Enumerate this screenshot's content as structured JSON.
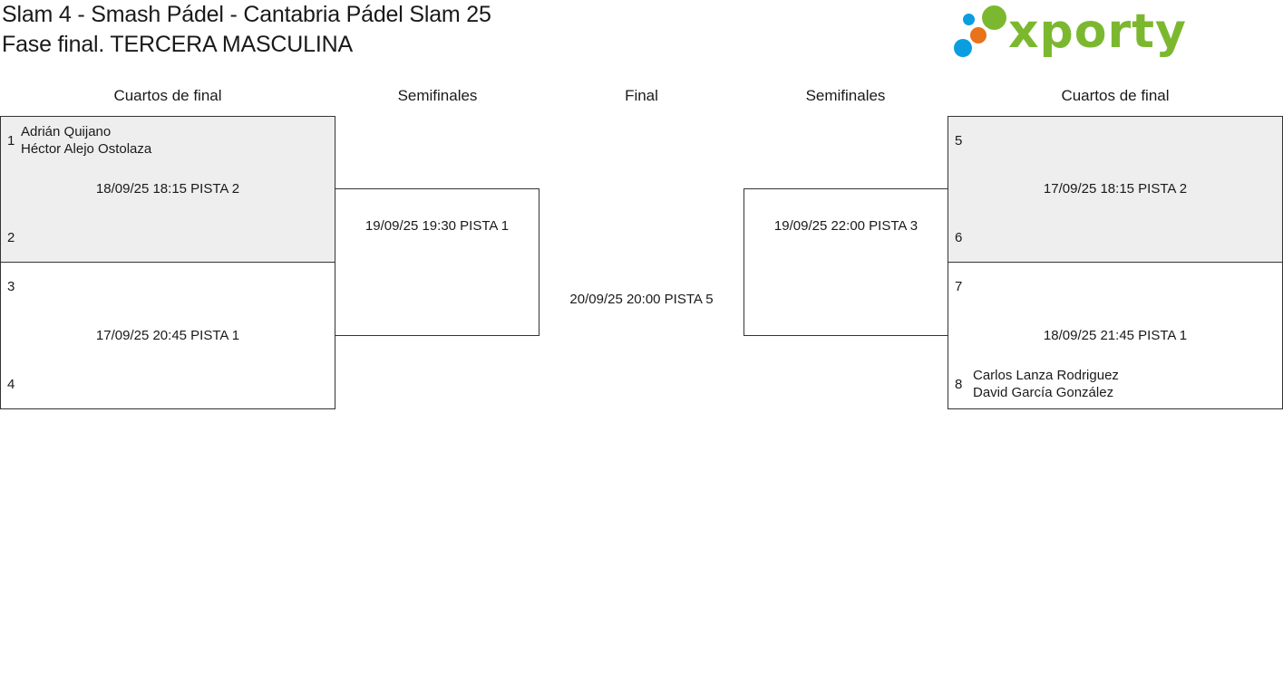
{
  "header": {
    "title_line1": "Slam 4 - Smash Pádel - Cantabria Pádel Slam 25",
    "title_line2": "Fase final. TERCERA MASCULINA",
    "logo_text": "xporty",
    "logo_colors": {
      "text": "#7cb82f",
      "blue": "#0a9ee0",
      "orange": "#e8731a",
      "green": "#7cb82f"
    }
  },
  "columns": {
    "left_quarters": "Cuartos de final",
    "left_semis": "Semifinales",
    "final": "Final",
    "right_semis": "Semifinales",
    "right_quarters": "Cuartos de final"
  },
  "left_quarters": [
    {
      "top_seed": "1",
      "top_players": [
        "Adrián Quijano",
        "Héctor Alejo Ostolaza"
      ],
      "info": "18/09/25 18:15 PISTA 2",
      "bottom_seed": "2",
      "bottom_players": []
    },
    {
      "top_seed": "3",
      "top_players": [],
      "info": "17/09/25 20:45 PISTA 1",
      "bottom_seed": "4",
      "bottom_players": []
    }
  ],
  "left_semi": {
    "info": "19/09/25 19:30 PISTA 1"
  },
  "final": {
    "info": "20/09/25 20:00 PISTA 5"
  },
  "right_semi": {
    "info": "19/09/25 22:00 PISTA 3"
  },
  "right_quarters": [
    {
      "top_seed": "5",
      "top_players": [],
      "info": "17/09/25 18:15 PISTA 2",
      "bottom_seed": "6",
      "bottom_players": []
    },
    {
      "top_seed": "7",
      "top_players": [],
      "info": "18/09/25 21:45 PISTA 1",
      "bottom_seed": "8",
      "bottom_players": [
        "Carlos Lanza Rodriguez",
        "David García González"
      ]
    }
  ]
}
